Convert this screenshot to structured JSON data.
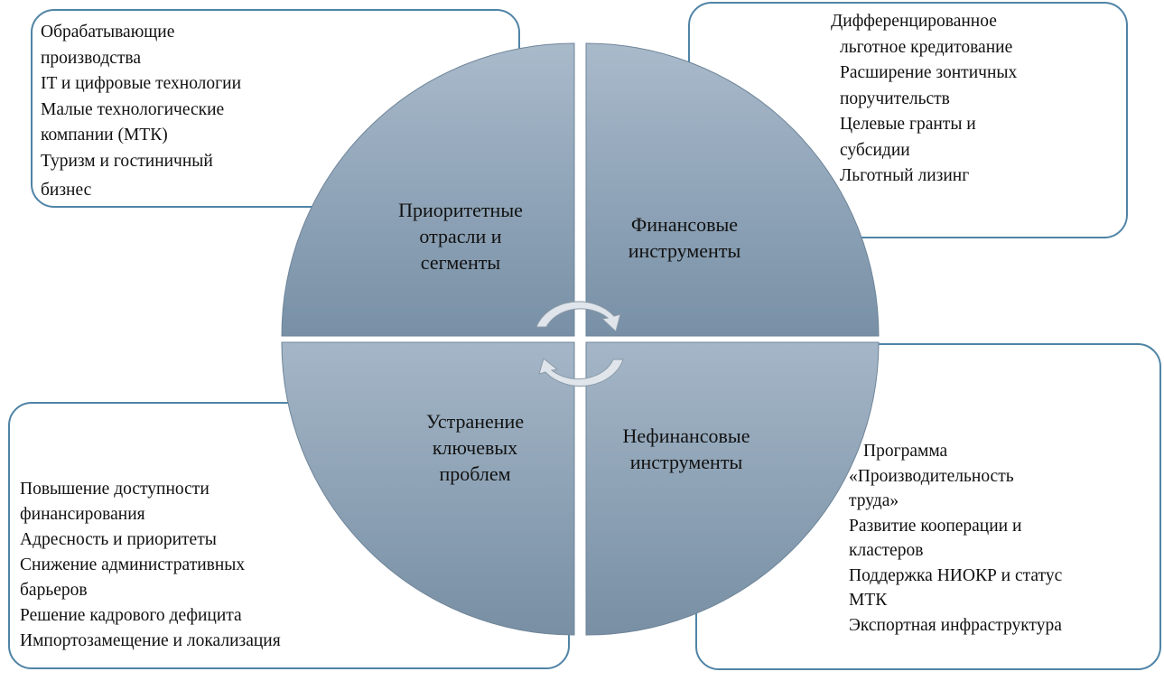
{
  "quadrants": {
    "top_left": [
      "Приоритетные",
      "отрасли и",
      "сегменты"
    ],
    "top_right": [
      "Финансовые",
      "инструменты"
    ],
    "bottom_left": [
      "Устранение",
      "ключевых",
      "проблем"
    ],
    "bottom_right": [
      "Нефинансовые",
      "инструменты"
    ]
  },
  "boxes": {
    "top_left": [
      "Обрабатывающие",
      "производства",
      "IT и цифровые технологии",
      "Малые технологические",
      "компании (МТК)",
      "Туризм и гостиничный",
      "бизнес"
    ],
    "top_right": [
      "Дифференцированное",
      "льготное кредитование",
      "Расширение зонтичных",
      "поручительств",
      "Целевые гранты и",
      "субсидии",
      "Льготный лизинг"
    ],
    "bottom_left": [
      "Повышение доступности",
      "финансирования",
      "Адресность и приоритеты",
      "Снижение административных",
      "барьеров",
      "Решение кадрового дефицита",
      "Импортозамещение и локализация"
    ],
    "bottom_right": [
      "Программа",
      "«Производительность",
      "труда»",
      "Развитие кооперации и",
      "кластеров",
      "Поддержка НИОКР  и статус",
      "МТК",
      "Экспортная инфраструктура"
    ]
  },
  "colors": {
    "border": "#4f84a6",
    "quadrant_light": "#a6b7c7",
    "quadrant_dark": "#7a91a6"
  }
}
